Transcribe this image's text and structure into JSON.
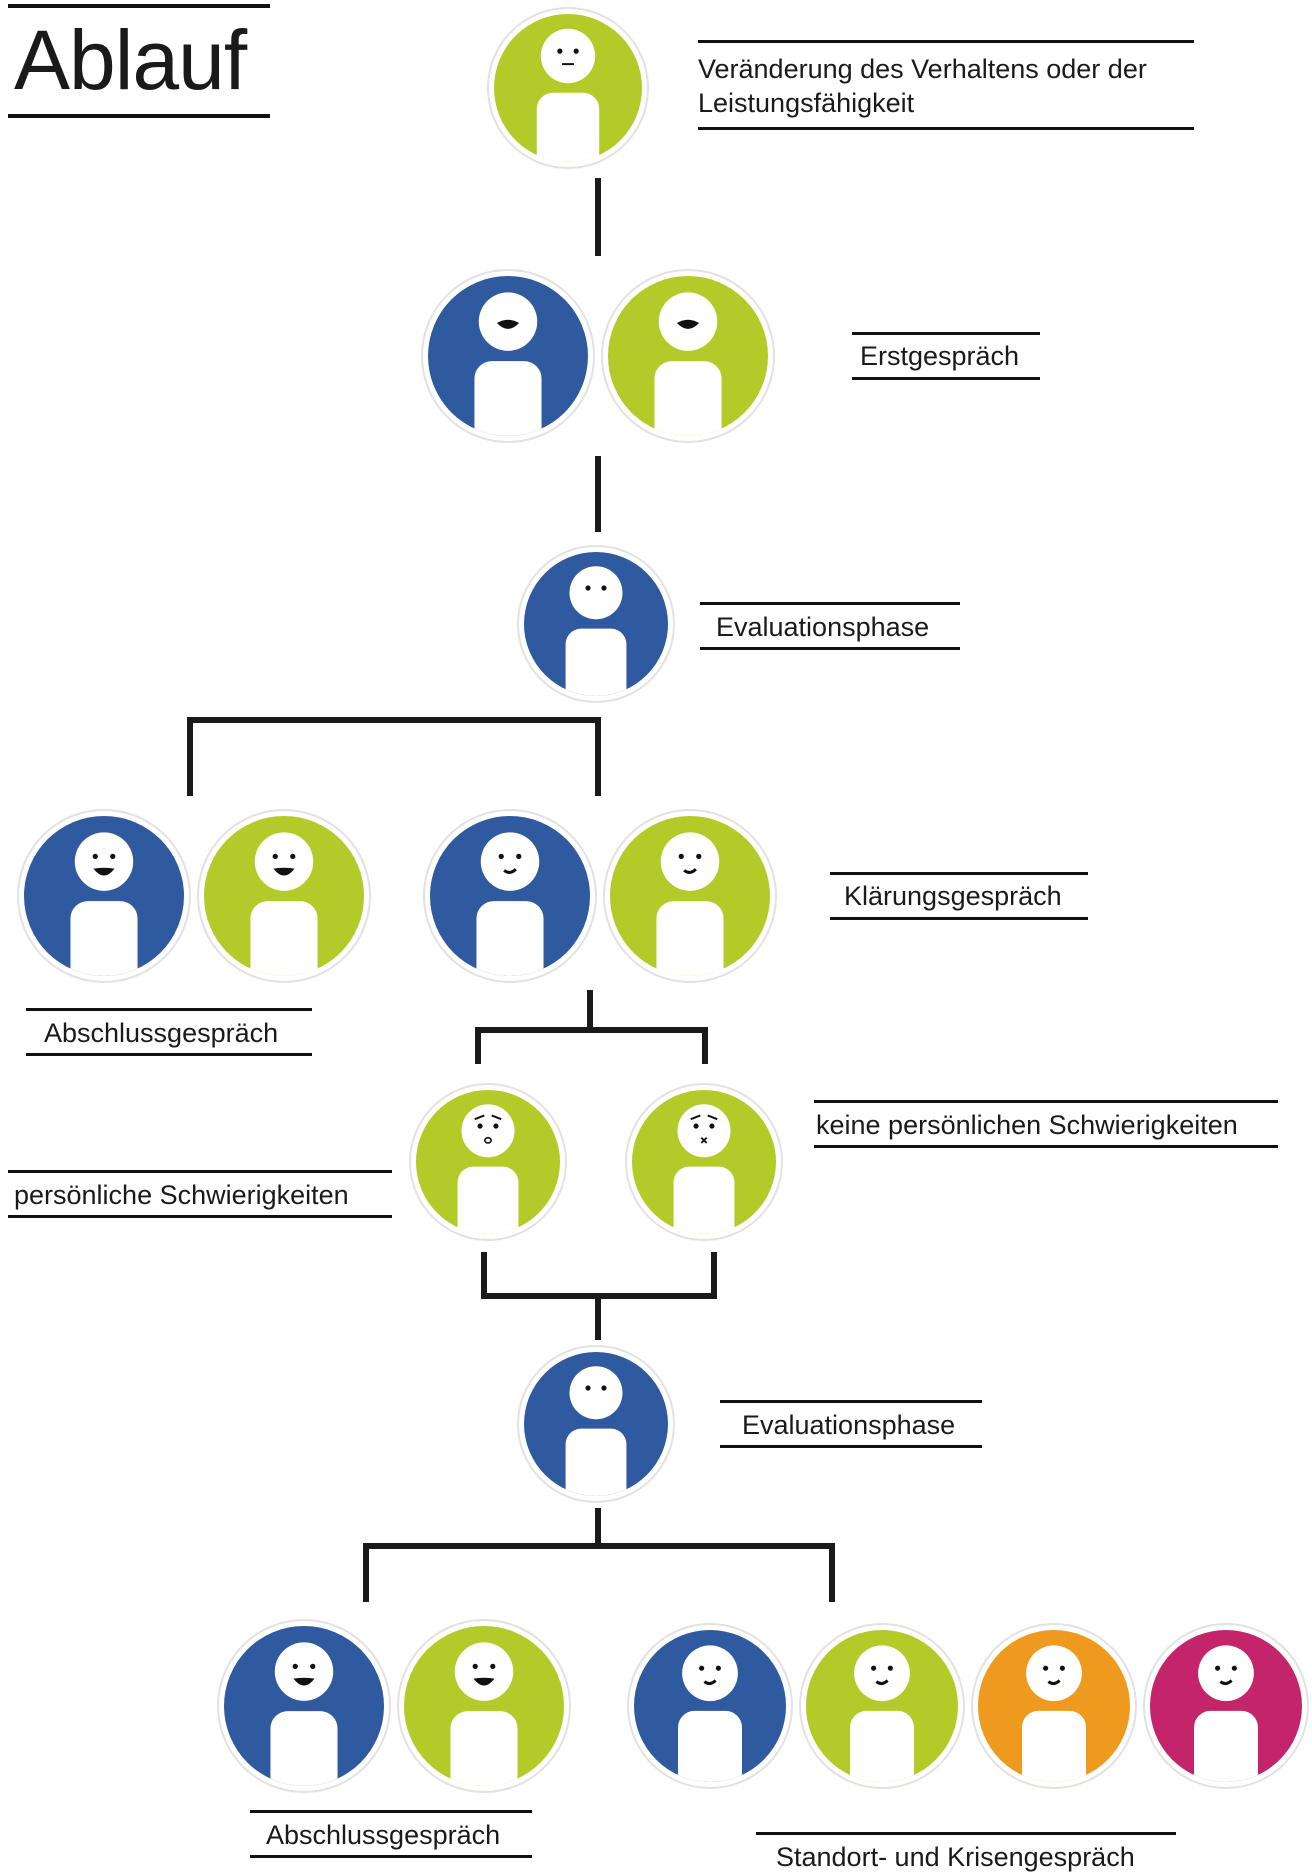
{
  "title": "Ablauf",
  "colors": {
    "blue": "#2f5aa0",
    "green": "#b2cb29",
    "orange": "#ee9a1f",
    "magenta": "#c4246a",
    "line": "#1a1a1a",
    "face": "#ffffff"
  },
  "labels": {
    "change": [
      "Veränderung des Verhaltens oder der",
      "Leistungsfähigkeit"
    ],
    "erstgespraech": "Erstgespräch",
    "evaluation1": "Evaluationsphase",
    "klaerung": "Klärungsgespräch",
    "abschluss1": "Abschlussgespräch",
    "keine": "keine persönlichen Schwierigkeiten",
    "persoenlich": "persönliche Schwierigkeiten",
    "evaluation2": "Evaluationsphase",
    "abschluss2": "Abschlussgespräch",
    "standort": "Standort- und Krisengespräch"
  },
  "people": [
    {
      "id": "person-change",
      "color": "green",
      "expression": "neutral"
    },
    {
      "id": "person-erst-blue",
      "color": "blue",
      "expression": "talking"
    },
    {
      "id": "person-erst-green",
      "color": "green",
      "expression": "talking"
    },
    {
      "id": "person-eval1",
      "color": "blue",
      "expression": "calm"
    },
    {
      "id": "person-abschluss1-blue",
      "color": "blue",
      "expression": "happy"
    },
    {
      "id": "person-abschluss1-green",
      "color": "green",
      "expression": "happy"
    },
    {
      "id": "person-klaerung-blue",
      "color": "blue",
      "expression": "slight-smile"
    },
    {
      "id": "person-klaerung-green",
      "color": "green",
      "expression": "slight-smile"
    },
    {
      "id": "person-persoenlich",
      "color": "green",
      "expression": "worried"
    },
    {
      "id": "person-keine",
      "color": "green",
      "expression": "worried-x"
    },
    {
      "id": "person-eval2",
      "color": "blue",
      "expression": "calm"
    },
    {
      "id": "person-abschluss2-blue",
      "color": "blue",
      "expression": "happy"
    },
    {
      "id": "person-abschluss2-green",
      "color": "green",
      "expression": "happy"
    },
    {
      "id": "person-standort-blue",
      "color": "blue",
      "expression": "slight-smile"
    },
    {
      "id": "person-standort-green",
      "color": "green",
      "expression": "slight-smile"
    },
    {
      "id": "person-standort-orange",
      "color": "orange",
      "expression": "slight-smile"
    },
    {
      "id": "person-standort-magenta",
      "color": "magenta",
      "expression": "slight-smile"
    }
  ]
}
